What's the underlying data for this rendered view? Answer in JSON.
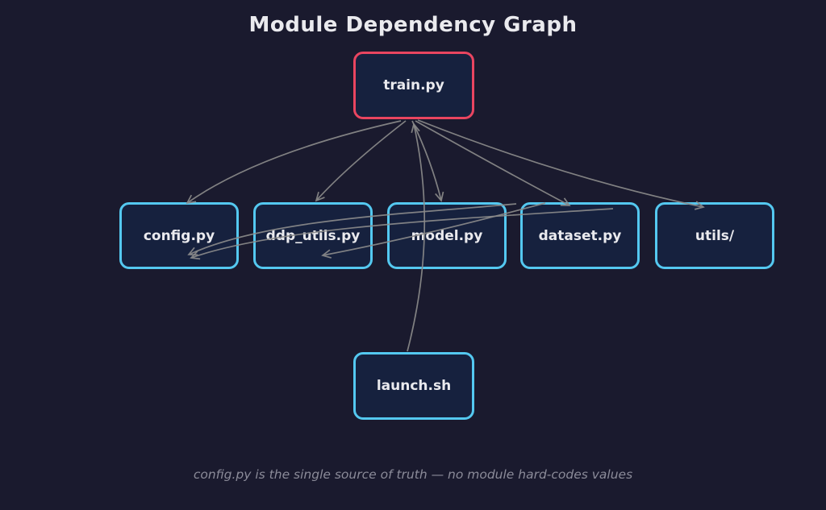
{
  "title": "Module Dependency Graph",
  "caption": "config.py is the single source of truth — no module hard-codes values",
  "colors": {
    "background": "#1a1a2e",
    "node_fill": "#16213e",
    "entry_node_border": "#e94560",
    "module_node_border": "#54c8f0",
    "arrow": "#8a8a8a",
    "title_text": "#eaeaee",
    "caption_text": "#8b8b99"
  },
  "nodes": [
    {
      "id": "train.py",
      "label": "train.py",
      "type": "entry"
    },
    {
      "id": "config.py",
      "label": "config.py",
      "type": "module"
    },
    {
      "id": "ddp_utils.py",
      "label": "ddp_utils.py",
      "type": "module"
    },
    {
      "id": "model.py",
      "label": "model.py",
      "type": "module"
    },
    {
      "id": "dataset.py",
      "label": "dataset.py",
      "type": "module"
    },
    {
      "id": "utils/",
      "label": "utils/",
      "type": "module"
    },
    {
      "id": "launch.sh",
      "label": "launch.sh",
      "type": "module"
    }
  ],
  "edges": [
    {
      "from": "launch.sh",
      "to": "train.py"
    },
    {
      "from": "train.py",
      "to": "config.py"
    },
    {
      "from": "train.py",
      "to": "ddp_utils.py"
    },
    {
      "from": "train.py",
      "to": "model.py"
    },
    {
      "from": "train.py",
      "to": "dataset.py"
    },
    {
      "from": "train.py",
      "to": "utils/"
    },
    {
      "from": "model.py",
      "to": "config.py"
    },
    {
      "from": "dataset.py",
      "to": "config.py"
    },
    {
      "from": "dataset.py",
      "to": "ddp_utils.py"
    }
  ]
}
